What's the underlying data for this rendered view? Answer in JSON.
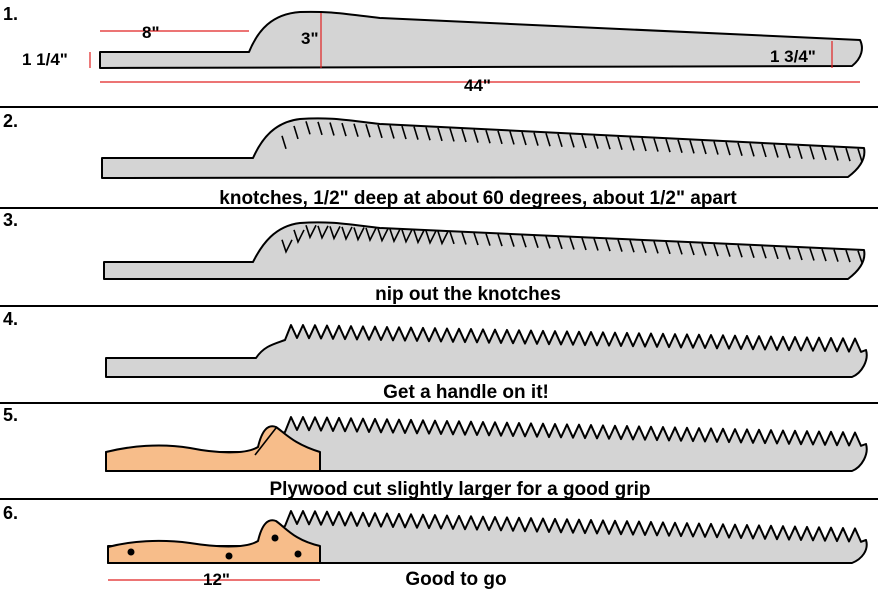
{
  "steps": [
    {
      "number": "1.",
      "caption": "",
      "dimensions": {
        "handle_length": "8\"",
        "max_height": "3\"",
        "handle_height": "1 1/4\"",
        "tip_height": "1 3/4\"",
        "total_length": "44\""
      }
    },
    {
      "number": "2.",
      "caption": "knotches, 1/2\" deep at about 60 degrees, about 1/2\" apart"
    },
    {
      "number": "3.",
      "caption": "nip out the knotches"
    },
    {
      "number": "4.",
      "caption": "Get a handle on it!"
    },
    {
      "number": "5.",
      "caption": "Plywood cut slightly larger for a good grip"
    },
    {
      "number": "6.",
      "caption": "Good to go",
      "dimensions": {
        "handle_length": "12\""
      }
    }
  ],
  "colors": {
    "blade_fill": "#d4d4d4",
    "handle_fill": "#f7bd8a",
    "dimension_line": "#e02020",
    "separator": "#000000"
  }
}
